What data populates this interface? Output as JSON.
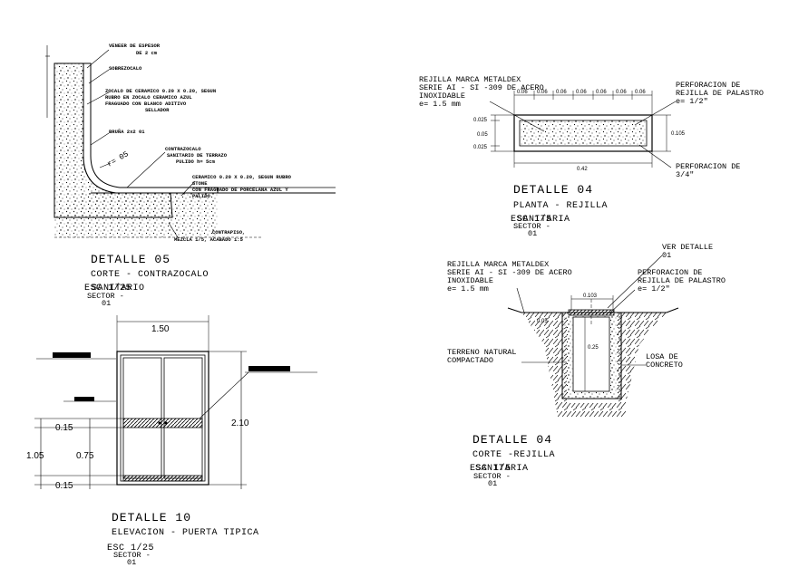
{
  "detail_05": {
    "title": "DETALLE 05",
    "subtitle": "CORTE - CONTRAZOCALO",
    "scale": "ESC 1/25",
    "scale_overlap": "SANITARIO",
    "sector": "SECTOR -",
    "sector_num": "01",
    "labels": {
      "veneer": "VENEER DE ESPESOR",
      "veneer2": "DE 2 cm",
      "plaster": "SOBREZOCALO",
      "zocalo1": "ZOCALO DE CERAMICO 0.20 X 0.20, SEGUN",
      "zocalo2": "RUBRO EN ZOCALO CERAMICO AZUL",
      "zocalo3": "FRAGUADO CON BLANCO ADITIVO",
      "zocalo4": "SELLADOR",
      "bruna": "BRUÑA 2x2 01",
      "radius": "r= 05",
      "contra1": "CONTRAZOCALO",
      "contra2": "SANITARIO DE TERRAZO",
      "contra3": "PULIDO h= 5cm",
      "ceramic1": "CERAMICO 0.20 X 0.20, SEGUN RUBRO",
      "ceramic2": "STONE",
      "ceramic3": "CON FRAGUADO DE PORCELANA AZUL Y",
      "ceramic4": "PALIDO",
      "contrapiso1": "CONTRAPISO,",
      "contrapiso2": "MEZCLA 1/5, ACABADO 1:5"
    }
  },
  "detail_04_plan": {
    "title": "DETALLE 04",
    "subtitle": "PLANTA - REJILLA",
    "scale": "ESC 1/5",
    "scale_overlap": "SANITARIA",
    "sector": "SECTOR -",
    "sector_num": "01",
    "left_note": [
      "REJILLA MARCA METALDEX",
      "SERIE AI - SI -309 DE ACERO",
      "INOXIDABLE",
      "e= 1.5 mm"
    ],
    "right_note_top": [
      "PERFORACION DE",
      "REJILLA DE PALASTRO",
      "e= 1/2\""
    ],
    "right_note_bottom": [
      "PERFORACION DE",
      "3/4\""
    ],
    "top_dims": [
      "0.06",
      "0.06",
      "0.06",
      "0.06",
      "0.06",
      "0.06",
      "0.06"
    ],
    "left_dims": [
      "0.025",
      "0.05",
      "0.025"
    ],
    "right_dim": "0.105",
    "bottom_dim": "0.42"
  },
  "detail_04_section": {
    "title": "DETALLE 04",
    "subtitle": "CORTE -REJILLA",
    "scale": "ESC 1/5",
    "scale_overlap": "SANITARIA",
    "sector": "SECTOR -",
    "sector_num": "01",
    "ref_note": [
      "VER DETALLE",
      "01"
    ],
    "left_note": [
      "REJILLA MARCA METALDEX",
      "SERIE AI - SI -309 DE ACERO",
      "INOXIDABLE",
      "e= 1.5 mm"
    ],
    "right_note": [
      "PERFORACION DE",
      "REJILLA DE PALASTRO",
      "e= 1/2\""
    ],
    "terrain": [
      "TERRENO NATURAL",
      "COMPACTADO"
    ],
    "slab": [
      "LOSA DE",
      "CONCRETO"
    ],
    "dim_top": "0.103",
    "dim_side": "0.05",
    "dim_depth": "0.25"
  },
  "detail_10": {
    "title": "DETALLE 10",
    "subtitle": "ELEVACION - PUERTA TIPICA",
    "scale": "ESC 1/25",
    "sector": "SECTOR -",
    "sector_num": "01",
    "width": "1.50",
    "height": "2.10",
    "dim_top": "0.15",
    "dim_mid_left": "1.05",
    "dim_mid": "0.75",
    "dim_bottom": "0.15"
  }
}
